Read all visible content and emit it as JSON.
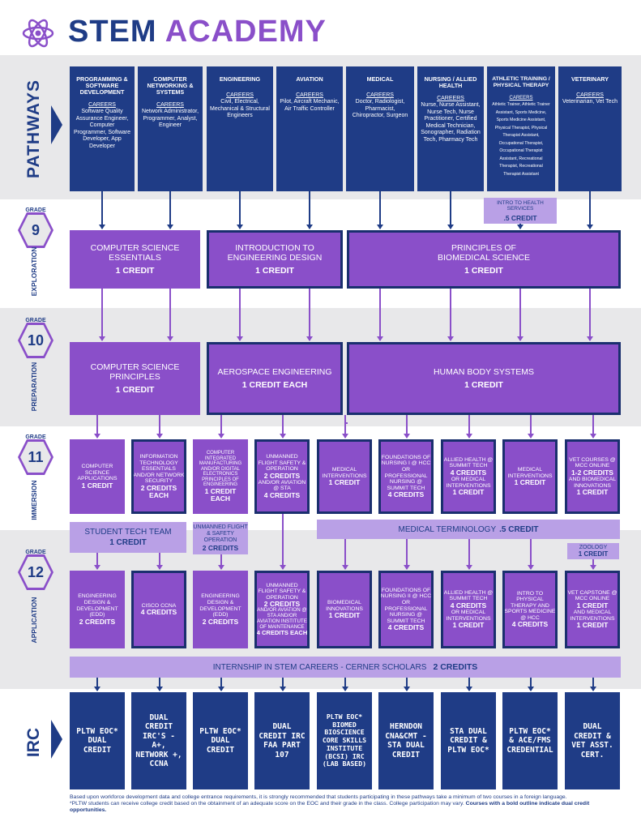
{
  "header": {
    "title_part1": "STEM",
    "title_part2": "ACADEMY"
  },
  "colors": {
    "navy": "#1f3c86",
    "purple": "#8a4fc9",
    "lavender": "#b9a0e6",
    "band": "#e8e8ea"
  },
  "icons": {
    "logo": "atom-icon",
    "pathways_arrow": "chevron-right-icon"
  },
  "side_labels": {
    "pathways": "PATHWAYS",
    "exploration": "EXPLORATION",
    "preparation": "PREPARATION",
    "immersion": "IMMERSION",
    "application": "APPLICATION",
    "irc": "IRC"
  },
  "grades": {
    "word": "GRADE",
    "g9": "9",
    "g10": "10",
    "g11": "11",
    "g12": "12"
  },
  "pathways": [
    {
      "title": "PROGRAMMING & SOFTWARE DEVELOPMENT",
      "careers_label": "CAREERS",
      "careers": "Software Quality Assurance Engineer, Computer Programmer, Software Developer, App Developer"
    },
    {
      "title": "COMPUTER NETWORKING & SYSTEMS",
      "careers_label": "CAREERS",
      "careers": "Network Administrator, Programmer, Analyst, Engineer"
    },
    {
      "title": "ENGINEERING",
      "careers_label": "CAREERS",
      "careers": "Civil, Electrical, Mechanical & Structural Engineers"
    },
    {
      "title": "AVIATION",
      "careers_label": "CAREERS",
      "careers": "Pilot, Aircraft Mechanic, Air Traffic Controller"
    },
    {
      "title": "MEDICAL",
      "careers_label": "CAREERS",
      "careers": "Doctor, Radiologist, Pharmacist, Chiropractor, Surgeon"
    },
    {
      "title": "NURSING / ALLIED HEALTH",
      "careers_label": "CAREERS",
      "careers": "Nurse, Nurse Assistant, Nurse Tech, Nurse Practitioner, Certified Medical Technician, Sonographer, Radiation Tech, Pharmacy Tech"
    },
    {
      "title": "ATHLETIC TRAINING / PHYSICAL THERAPY",
      "careers_label": "CAREERS",
      "careers": "Athletic Trainer, Athletic Trainer Assistant, Sports Medicine, Sports Medicine Assistant, Physical Therapist, Physical Therapist Assistant, Occupational Therapist, Occupational Therapist Assistant, Recreational Therapist, Recreational Therapist Assistant"
    },
    {
      "title": "VETERINARY",
      "careers_label": "CAREERS",
      "careers": "Veterinarian, Vet Tech"
    }
  ],
  "intro_health": {
    "name": "INTRO TO HEALTH SERVICES",
    "credit": ".5 CREDIT"
  },
  "grade9": [
    {
      "name": "COMPUTER SCIENCE ESSENTIALS",
      "credit": "1 CREDIT"
    },
    {
      "name": "INTRODUCTION TO ENGINEERING DESIGN",
      "credit": "1 CREDIT"
    },
    {
      "name": "PRINCIPLES OF BIOMEDICAL SCIENCE",
      "credit": "1 CREDIT"
    }
  ],
  "grade10": [
    {
      "name": "COMPUTER SCIENCE PRINCIPLES",
      "credit": "1 CREDIT"
    },
    {
      "name": "AEROSPACE ENGINEERING",
      "credit": "1 CREDIT EACH"
    },
    {
      "name": "HUMAN BODY SYSTEMS",
      "credit": "1 CREDIT"
    }
  ],
  "grade11": [
    {
      "name": "COMPUTER SCIENCE APPLICATIONS",
      "credit": "1 CREDIT"
    },
    {
      "name": "INFORMATION TECHNOLOGY ESSENTIALS AND/OR NETWORK SECURITY",
      "credit": "2 CREDITS EACH"
    },
    {
      "name": "COMPUTER INTEGRATED MANUFACTURING AND/OR DIGITAL ELECTRONICS PRINCIPLES OF ENGINEERING",
      "credit": "1 CREDIT EACH"
    },
    {
      "name": "UNMANNED FLIGHT SAFETY & OPERATION",
      "credit": "2 CREDITS",
      "extra": "AND/OR AVIATION @ STA",
      "credit2": "4 CREDITS"
    },
    {
      "name": "MEDICAL INTERVENTIONS",
      "credit": "1 CREDIT"
    },
    {
      "name": "FOUNDATIONS OF NURSING I @ HCC OR PROFESSIONAL NURSING @ SUMMIT TECH",
      "credit": "4 CREDITS"
    },
    {
      "name": "ALLIED HEALTH @ SUMMIT TECH",
      "credit": "4 CREDITS",
      "extra": "OR MEDICAL INTERVENTIONS",
      "credit2": "1 CREDIT"
    },
    {
      "name": "MEDICAL INTERVENTIONS",
      "credit": "1 CREDIT"
    },
    {
      "name": "VET COURSES @ MCC ONLINE",
      "credit": "1-2 CREDITS",
      "extra": "AND BIOMEDICAL INNOVATIONS",
      "credit2": "1 CREDIT"
    }
  ],
  "mid": {
    "student_tech": {
      "name": "STUDENT TECH TEAM",
      "credit": "1 CREDIT"
    },
    "unmanned": {
      "name": "UNMANNED FLIGHT & SAFETY OPERATION",
      "credit": "2 CREDITS"
    },
    "med_term": {
      "name": "MEDICAL TERMINOLOGY",
      "credit": ".5 CREDIT"
    },
    "zoology": {
      "name": "ZOOLOGY",
      "credit": "1 CREDIT"
    }
  },
  "grade12": [
    {
      "name": "ENGINEERING DESIGN & DEVELOPMENT (EDD)",
      "credit": "2 CREDITS"
    },
    {
      "name": "CISCO CCNA",
      "credit": "4 CREDITS"
    },
    {
      "name": "ENGINEERING DESIGN & DEVELOPMENT (EDD)",
      "credit": "2 CREDITS"
    },
    {
      "name": "UNMANNED FLIGHT SAFETY & OPERATION",
      "credit": "2 CREDITS",
      "extra": "AND/OR AVIATION @ STA AND/OR AVIATION INSTITUTE OF MAINTENANCE",
      "credit2": "4 CREDITS EACH"
    },
    {
      "name": "BIOMEDICAL INNOVATIONS",
      "credit": "1 CREDIT"
    },
    {
      "name": "FOUNDATIONS OF NURSING II @ HCC OR PROFESSIONAL NURSING @ SUMMIT TECH",
      "credit": "4 CREDITS"
    },
    {
      "name": "ALLIED HEALTH @ SUMMIT TECH",
      "credit": "4 CREDITS",
      "extra": "OR MEDICAL INTERVENTIONS",
      "credit2": "1 CREDIT"
    },
    {
      "name": "INTRO TO PHYSICAL THERAPY AND SPORTS MEDICINE @ HCC",
      "credit": "4 CREDITS"
    },
    {
      "name": "VET CAPSTONE @ MCC ONLINE",
      "credit": "1 CREDIT",
      "extra": "AND MEDICAL INTERVENTIONS",
      "credit2": "1 CREDIT"
    }
  ],
  "internship": {
    "name": "INTERNSHIP IN STEM CAREERS - CERNER SCHOLARS",
    "credit": "2 CREDITS"
  },
  "irc": [
    "PLTW EOC* DUAL CREDIT",
    "DUAL CREDIT IRC'S - A+, NETWORK +, CCNA",
    "PLTW EOC* DUAL CREDIT",
    "DUAL CREDIT IRC FAA PART 107",
    "PLTW EOC* BIOMED BIOSCIENCE CORE SKILLS INSTITUTE (BCSI) IRC (LAB BASED)",
    "HERNDON CNA&CMT - STA DUAL CREDIT",
    "STA DUAL CREDIT & PLTW EOC*",
    "PLTW EOC* & ACE/FMS CREDENTIAL",
    "DUAL CREDIT & VET ASST. CERT."
  ],
  "footer": {
    "line1": "Based upon workforce development data and college entrance requirements, it is strongly recommended that students participating in these pathways take a minimum of two courses in a foreign language.",
    "line2": "*PLTW students can receive college credit based on the obtainment of an adequate score on the EOC and their grade in the class. College participation may vary.",
    "line2_bold": "Courses with a bold outline indicate dual credit opportunities."
  }
}
